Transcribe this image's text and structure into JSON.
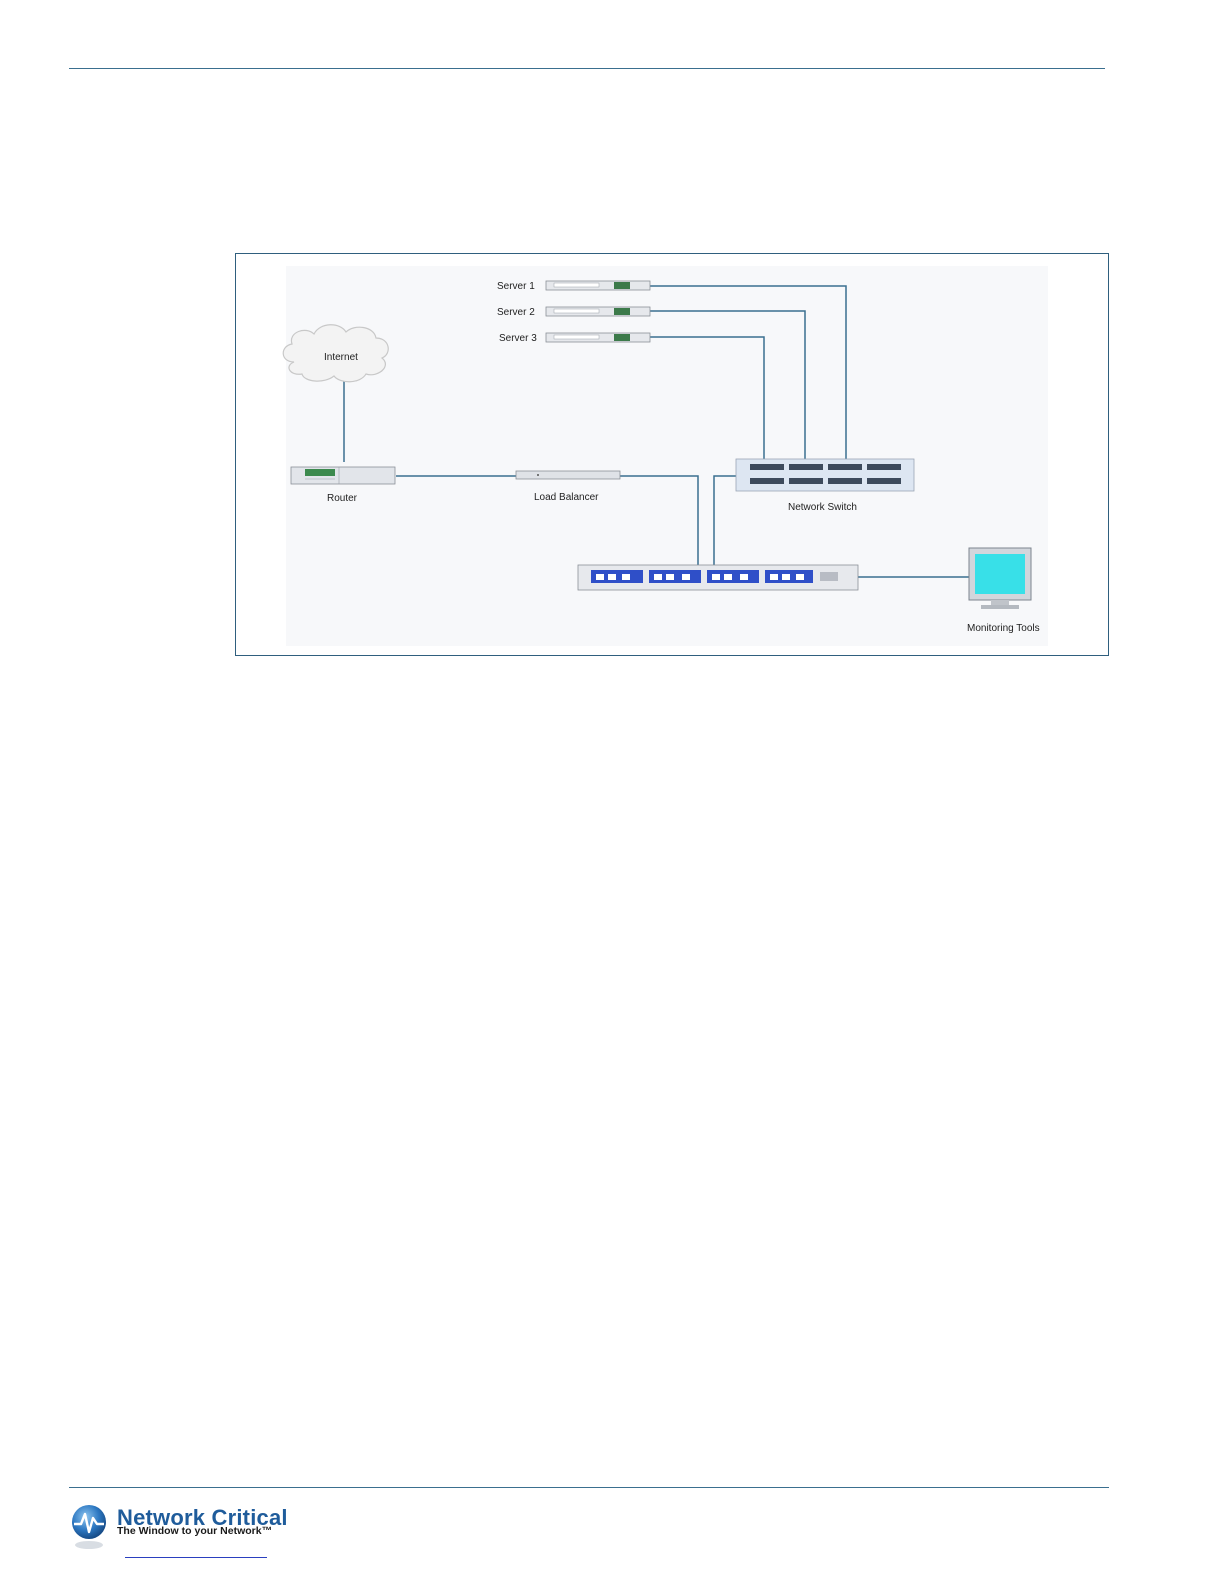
{
  "diagram": {
    "nodes": {
      "server1": "Server 1",
      "server2": "Server 2",
      "server3": "Server 3",
      "internet": "Internet",
      "router": "Router",
      "load_balancer": "Load Balancer",
      "network_switch": "Network Switch",
      "monitoring_tools": "Monitoring Tools"
    },
    "colors": {
      "link": "#3a6f8f",
      "device_blue": "#2f4fc8",
      "monitor_screen": "#38e0e8"
    }
  },
  "footer": {
    "brand_name": "Network Critical",
    "tagline": "The Window to your Network™"
  }
}
